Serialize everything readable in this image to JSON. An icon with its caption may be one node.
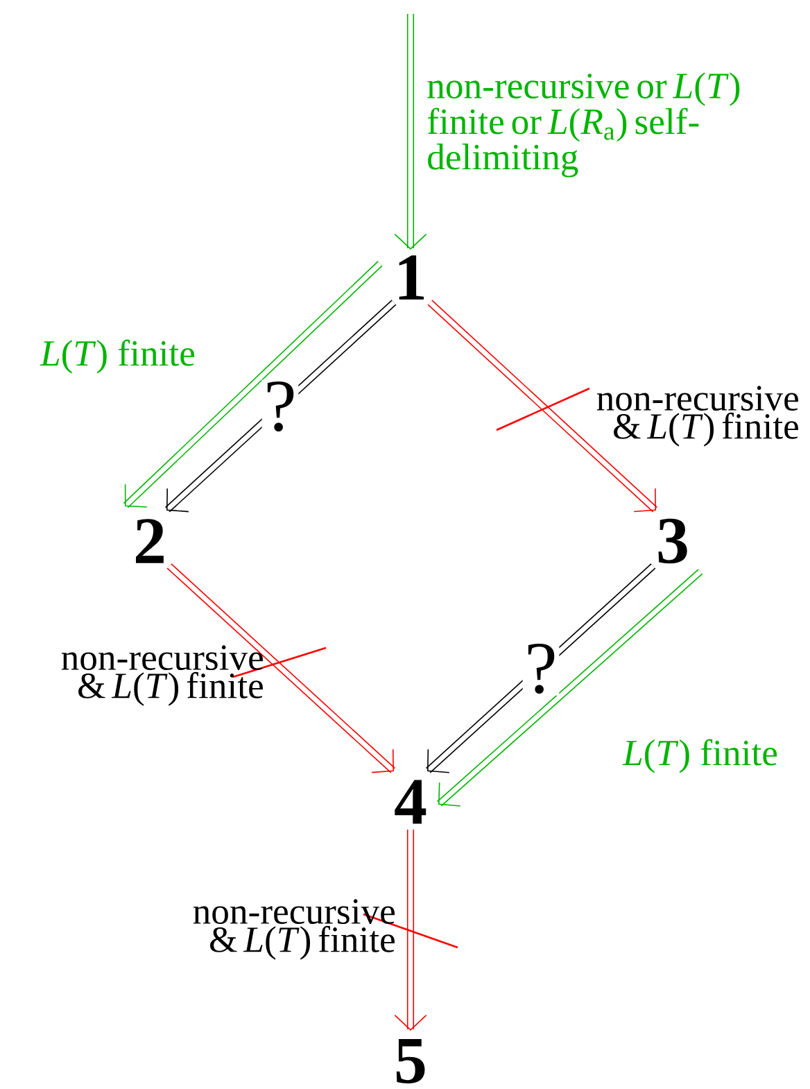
{
  "diagram": {
    "nodes": [
      {
        "text": [
          "1"
        ]
      },
      {
        "text": [
          "2"
        ]
      },
      {
        "text": [
          "3"
        ]
      },
      {
        "text": [
          "4"
        ]
      },
      {
        "text": [
          "5"
        ]
      }
    ],
    "edges": [
      {
        "from": null,
        "to": 0,
        "arrow": "to",
        "color": "#00b400",
        "label": "non-recursive or *L*(*T*) finite or *L*(*R*$_{a}$) self-delimiting"
      },
      {
        "from": 0,
        "to": 1,
        "arrow": "to",
        "color": "#00b400",
        "label": "*L*(*T*) finite"
      },
      {
        "from": 0,
        "to": 1,
        "arrow": "to",
        "color": "#000000",
        "label": "?"
      },
      {
        "from": 0,
        "to": 2,
        "arrow": "to",
        "color": "#ff0000",
        "label": "non-recursive & *L*(*T*) finite"
      },
      {
        "from": 1,
        "to": 3,
        "arrow": "to",
        "color": "#ff0000",
        "label": "non-recursive & *L*(*T*) finite"
      },
      {
        "from": 2,
        "to": 3,
        "arrow": "to",
        "color": "#000000",
        "label": "?"
      },
      {
        "from": 2,
        "to": 3,
        "arrow": "to",
        "color": "#00b400",
        "label": "*L*(*T*) finite"
      },
      {
        "from": 3,
        "to": 4,
        "arrow": "to",
        "color": "#ff0000",
        "label": "non-recursive & *L*(*T*) finite"
      }
    ]
  }
}
